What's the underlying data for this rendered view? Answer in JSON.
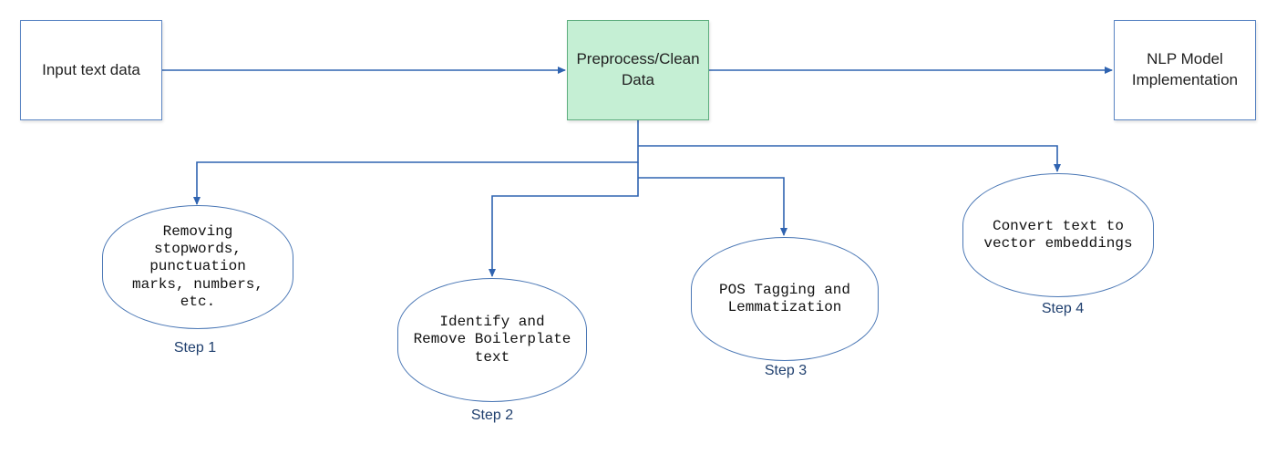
{
  "colors": {
    "line": "#2f63b0",
    "box_border": "#5c86c4",
    "highlight_fill": "#c5efd4",
    "step_text": "#1f3f6e"
  },
  "nodes": {
    "input": "Input text data",
    "preprocess": "Preprocess/Clean Data",
    "nlp_model": "NLP Model Implementation"
  },
  "steps": [
    {
      "text": "Removing\nstopwords,\npunctuation\nmarks, numbers,\netc.",
      "label": "Step 1"
    },
    {
      "text": "Identify and\nRemove Boilerplate\ntext",
      "label": "Step 2"
    },
    {
      "text": "POS Tagging and\nLemmatization",
      "label": "Step 3"
    },
    {
      "text": "Convert text to\nvector embeddings",
      "label": "Step 4"
    }
  ]
}
